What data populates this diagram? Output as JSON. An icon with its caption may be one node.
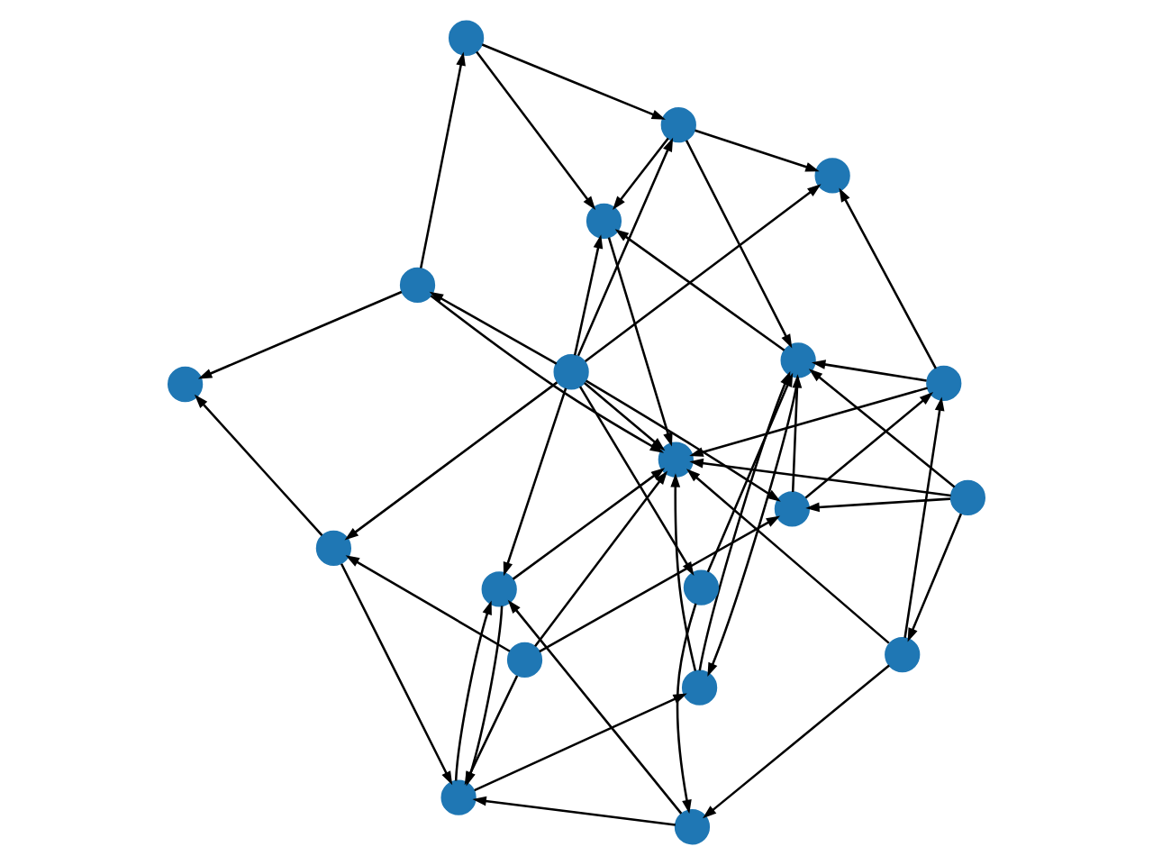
{
  "diagram": {
    "nodes": [
      {
        "text": [],
        "shape": "circle"
      },
      {
        "text": [],
        "shape": "circle"
      },
      {
        "text": [],
        "shape": "circle"
      },
      {
        "text": [],
        "shape": "circle"
      },
      {
        "text": [],
        "shape": "circle"
      },
      {
        "text": [],
        "shape": "circle"
      },
      {
        "text": [],
        "shape": "circle"
      },
      {
        "text": [],
        "shape": "circle"
      },
      {
        "text": [],
        "shape": "circle"
      },
      {
        "text": [],
        "shape": "circle"
      },
      {
        "text": [],
        "shape": "circle"
      },
      {
        "text": [],
        "shape": "circle"
      },
      {
        "text": [],
        "shape": "circle"
      },
      {
        "text": [],
        "shape": "circle"
      },
      {
        "text": [],
        "shape": "circle"
      },
      {
        "text": [],
        "shape": "circle"
      },
      {
        "text": [],
        "shape": "circle"
      },
      {
        "text": [],
        "shape": "circle"
      },
      {
        "text": [],
        "shape": "circle"
      },
      {
        "text": [],
        "shape": "circle"
      }
    ],
    "edges": [
      {
        "from": 5,
        "to": 0,
        "arrow": "to"
      },
      {
        "from": 6,
        "to": 0,
        "arrow": "to"
      },
      {
        "from": 16,
        "to": 0,
        "arrow": "to"
      },
      {
        "from": 7,
        "to": 0,
        "arrow": "to"
      },
      {
        "from": 8,
        "to": 0,
        "arrow": "to"
      },
      {
        "from": 9,
        "to": 0,
        "arrow": "to"
      },
      {
        "from": 4,
        "to": 0,
        "arrow": "to"
      },
      {
        "from": 11,
        "to": 0,
        "arrow": "to"
      },
      {
        "from": 10,
        "to": 0,
        "arrow": "to"
      },
      {
        "from": 5,
        "to": 16,
        "arrow": "to"
      },
      {
        "from": 5,
        "to": 17,
        "arrow": "to"
      },
      {
        "from": 6,
        "to": 18,
        "arrow": "to"
      },
      {
        "from": 6,
        "to": 19,
        "arrow": "to"
      },
      {
        "from": 7,
        "to": 5,
        "arrow": "to"
      },
      {
        "from": 9,
        "to": 6,
        "arrow": "to"
      },
      {
        "from": 7,
        "to": 15,
        "arrow": "to"
      },
      {
        "from": 8,
        "to": 15,
        "arrow": "to"
      },
      {
        "from": 9,
        "to": 15,
        "arrow": "to"
      },
      {
        "from": 9,
        "to": 14,
        "arrow": "to"
      },
      {
        "from": 8,
        "to": 13,
        "arrow": "to"
      },
      {
        "from": 9,
        "to": 13,
        "arrow": "to"
      },
      {
        "from": 16,
        "to": 1,
        "arrow": "to"
      },
      {
        "from": 17,
        "to": 2,
        "arrow": "to"
      },
      {
        "from": 18,
        "to": 3,
        "arrow": "to"
      },
      {
        "from": 15,
        "to": 1,
        "arrow": "to"
      },
      {
        "from": 14,
        "to": 1,
        "arrow": "to"
      },
      {
        "from": 13,
        "to": 2,
        "arrow": "to"
      },
      {
        "from": 7,
        "to": 1,
        "arrow": "to"
      },
      {
        "from": 8,
        "to": 2,
        "arrow": "to"
      },
      {
        "from": 9,
        "to": 3,
        "arrow": "to"
      },
      {
        "from": 1,
        "to": 4,
        "arrow": "to"
      },
      {
        "from": 2,
        "to": 10,
        "arrow": "to"
      },
      {
        "from": 3,
        "to": 12,
        "arrow": "to"
      },
      {
        "from": 3,
        "to": 11,
        "arrow": "to"
      },
      {
        "from": 2,
        "to": 4,
        "arrow": "to"
      },
      {
        "from": 1,
        "to": 11,
        "arrow": "to"
      },
      {
        "from": 9,
        "to": 12,
        "arrow": "to"
      },
      {
        "from": 9,
        "to": 10,
        "arrow": "to"
      },
      {
        "from": 9,
        "to": 11,
        "arrow": "to"
      },
      {
        "from": 15,
        "to": 16,
        "arrow": "to"
      },
      {
        "from": 14,
        "to": 17,
        "arrow": "to"
      },
      {
        "from": 13,
        "to": 19,
        "arrow": "to"
      },
      {
        "from": 16,
        "to": 12,
        "arrow": "to"
      },
      {
        "from": 17,
        "to": 10,
        "arrow": "to"
      },
      {
        "from": 18,
        "to": 11,
        "arrow": "to"
      },
      {
        "from": 4,
        "to": 1,
        "arrow": "to"
      },
      {
        "from": 10,
        "to": 2,
        "arrow": "to"
      },
      {
        "from": 3,
        "to": 1,
        "arrow": "to"
      }
    ]
  }
}
